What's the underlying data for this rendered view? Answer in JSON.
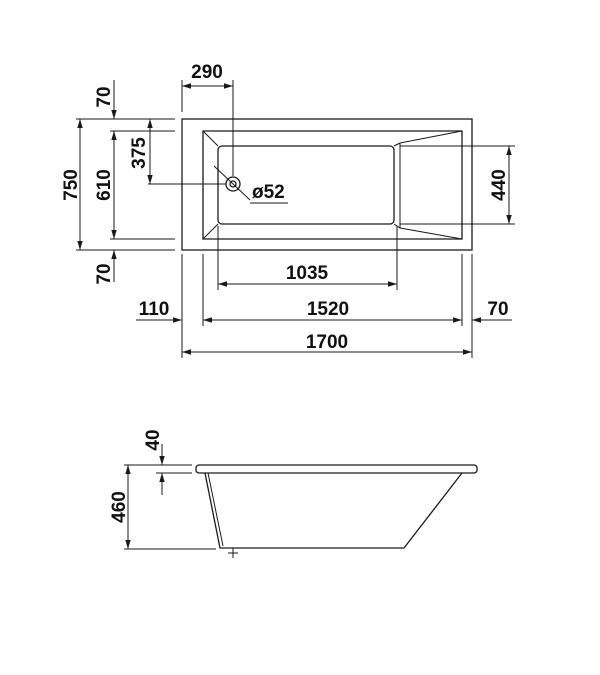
{
  "plan": {
    "dims": {
      "d290": "290",
      "d70_top": "70",
      "d750": "750",
      "d610": "610",
      "d375": "375",
      "d70_bottom": "70",
      "d52": "ø52",
      "d440": "440",
      "d1035": "1035",
      "d110": "110",
      "d1520": "1520",
      "d70_right": "70",
      "d1700": "1700"
    }
  },
  "side": {
    "dims": {
      "d40": "40",
      "d460": "460"
    }
  }
}
